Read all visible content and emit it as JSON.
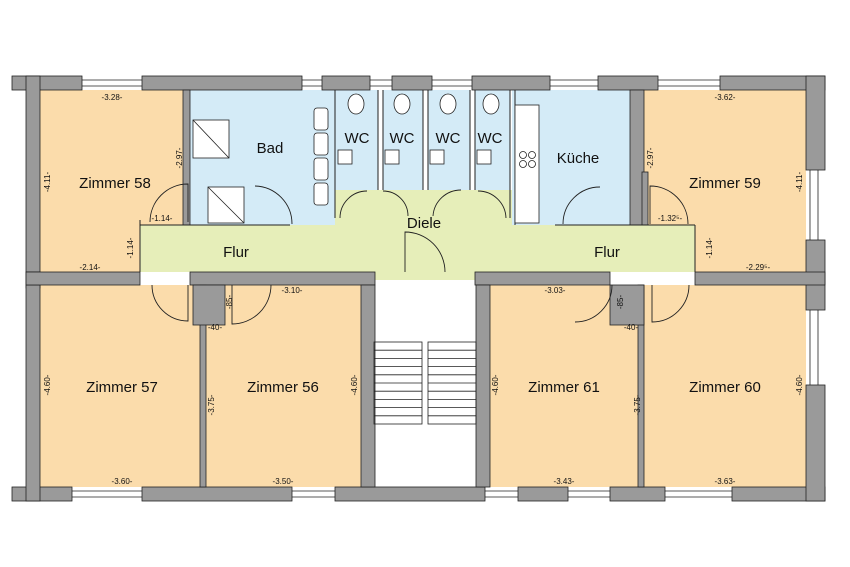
{
  "plan": {
    "colors": {
      "room_orange": "#fbdcab",
      "room_blue": "#d4ebf7",
      "corridor_green": "#e6eeb9",
      "stair_white": "#ffffff",
      "wall_gray": "#9a9a9a",
      "line_dark": "#222222"
    },
    "rooms": {
      "zimmer_58": "Zimmer 58",
      "zimmer_57": "Zimmer 57",
      "zimmer_56": "Zimmer 56",
      "zimmer_61": "Zimmer 61",
      "zimmer_60": "Zimmer 60",
      "zimmer_59": "Zimmer 59",
      "bad": "Bad",
      "wc_1": "WC",
      "wc_2": "WC",
      "wc_3": "WC",
      "wc_4": "WC",
      "kueche": "Küche",
      "diele": "Diele",
      "flur_left": "Flur",
      "flur_right": "Flur"
    },
    "dimensions": {
      "z58_width": "-3.28-",
      "z58_height": "-4.11-",
      "z58_bad_side": "-2.97-",
      "z58_flur_width": "-1.14-",
      "z58_bottom": "-2.14-",
      "z58_flur_height": "-1.14-",
      "z57_height": "-4.60-",
      "z57_width": "-3.60-",
      "z56_niche": "-85-",
      "z56_top": "-3.10-",
      "z56_niche_width": "-40-",
      "z56_height_left": "-3.75-",
      "z56_height_right": "-4.60-",
      "z56_width": "-3.50-",
      "z61_top": "-3.03-",
      "z61_height": "-4.60-",
      "z61_width": "-3.43-",
      "z60_niche": "-85-",
      "z60_niche_width": "-40-",
      "z60_height_left": "-3.75-",
      "z60_height_right": "-4.60-",
      "z60_width": "-3.63-",
      "z59_width": "-3.62-",
      "z59_kueche_side": "-2.97-",
      "z59_height": "-4.11-",
      "z59_flur_width": "-1.32⁵-",
      "z59_flur_height": "-1.14-",
      "z59_bottom": "-2.29⁵-"
    }
  }
}
